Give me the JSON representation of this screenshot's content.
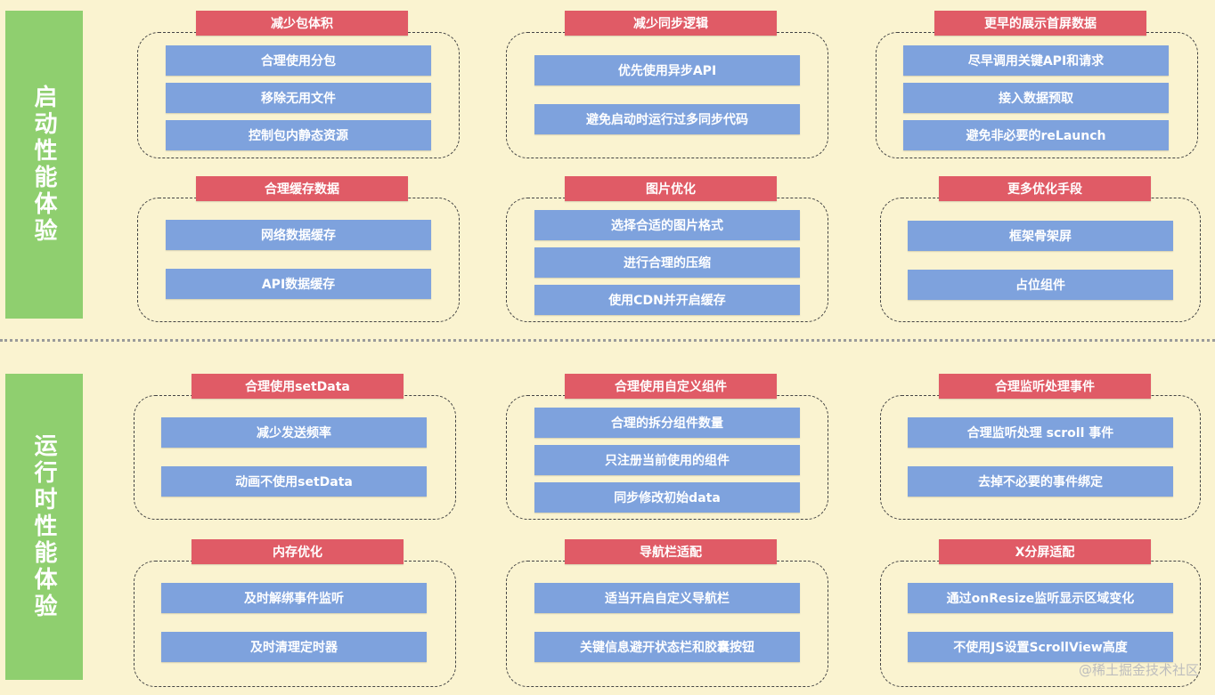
{
  "sections": {
    "startup": {
      "label": "启动性能体验"
    },
    "runtime": {
      "label": "运行时性能体验"
    }
  },
  "groups": {
    "g1": {
      "title": "减少包体积",
      "items": [
        "合理使用分包",
        "移除无用文件",
        "控制包内静态资源"
      ]
    },
    "g2": {
      "title": "减少同步逻辑",
      "items": [
        "优先使用异步API",
        "避免启动时运行过多同步代码"
      ]
    },
    "g3": {
      "title": "更早的展示首屏数据",
      "items": [
        "尽早调用关键API和请求",
        "接入数据预取",
        "避免非必要的reLaunch"
      ]
    },
    "g4": {
      "title": "合理缓存数据",
      "items": [
        "网络数据缓存",
        "API数据缓存"
      ]
    },
    "g5": {
      "title": "图片优化",
      "items": [
        "选择合适的图片格式",
        "进行合理的压缩",
        "使用CDN并开启缓存"
      ]
    },
    "g6": {
      "title": "更多优化手段",
      "items": [
        "框架骨架屏",
        "占位组件"
      ]
    },
    "g7": {
      "title": "合理使用setData",
      "items": [
        "减少发送频率",
        "动画不使用setData"
      ]
    },
    "g8": {
      "title": "合理使用自定义组件",
      "items": [
        "合理的拆分组件数量",
        "只注册当前使用的组件",
        "同步修改初始data"
      ]
    },
    "g9": {
      "title": "合理监听处理事件",
      "items": [
        "合理监听处理 scroll 事件",
        "去掉不必要的事件绑定"
      ]
    },
    "g10": {
      "title": "内存优化",
      "items": [
        "及时解绑事件监听",
        "及时清理定时器"
      ]
    },
    "g11": {
      "title": "导航栏适配",
      "items": [
        "适当开启自定义导航栏",
        "关键信息避开状态栏和胶囊按钮"
      ]
    },
    "g12": {
      "title": "X分屏适配",
      "items": [
        "通过onResize监听显示区域变化",
        "不使用JS设置ScrollView高度"
      ]
    }
  },
  "watermark": "@稀土掘金技术社区",
  "colors": {
    "background": "#faf3d0",
    "section_label": "#8fcf6f",
    "group_title": "#e05b66",
    "item": "#7ea2dd"
  }
}
